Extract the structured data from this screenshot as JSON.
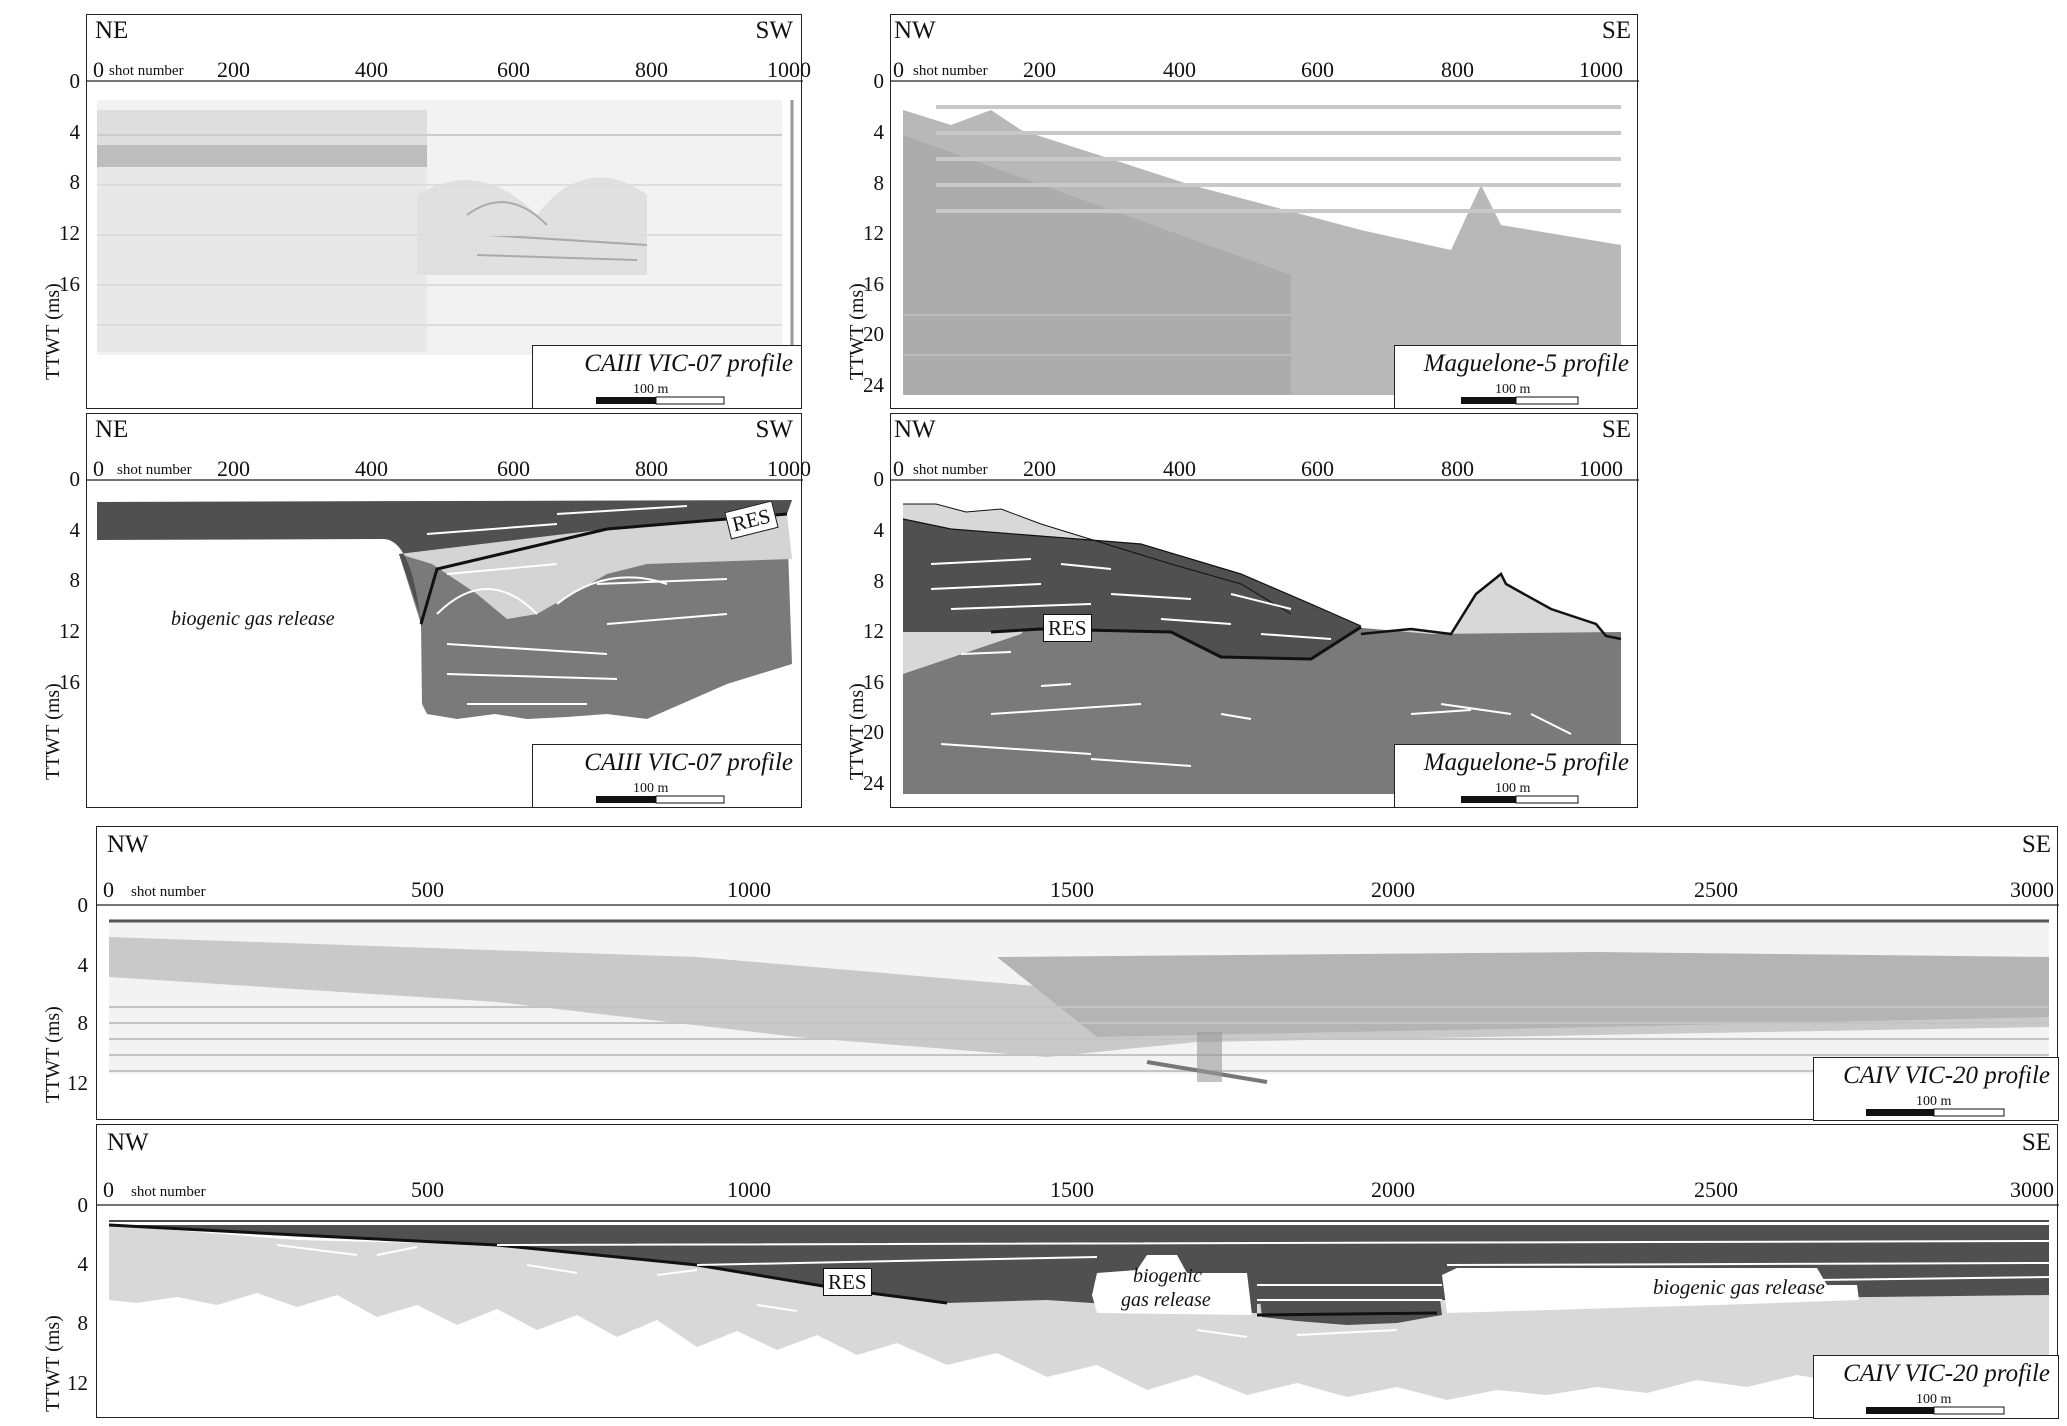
{
  "ylabel": "TTWT (ms)",
  "shot_number_label": "shot number",
  "scale_text": "100 m",
  "res_label": "RES",
  "panels": {
    "p1": {
      "left": "NE",
      "right": "SW",
      "title": "CAIII VIC-07 profile",
      "xticks": [
        "0",
        "200",
        "400",
        "600",
        "800",
        "1000"
      ],
      "yticks": [
        "0",
        "4",
        "8",
        "12",
        "16"
      ]
    },
    "p2": {
      "left": "NW",
      "right": "SE",
      "title": "Maguelone-5 profile",
      "xticks": [
        "0",
        "200",
        "400",
        "600",
        "800",
        "1000"
      ],
      "yticks": [
        "0",
        "4",
        "8",
        "12",
        "16",
        "20",
        "24"
      ]
    },
    "p3": {
      "left": "NE",
      "right": "SW",
      "title": "CAIII VIC-07 profile",
      "xticks": [
        "0",
        "200",
        "400",
        "600",
        "800",
        "1000"
      ],
      "yticks": [
        "0",
        "4",
        "8",
        "12",
        "16"
      ],
      "note": "biogenic gas release"
    },
    "p4": {
      "left": "NW",
      "right": "SE",
      "title": "Maguelone-5 profile",
      "xticks": [
        "0",
        "200",
        "400",
        "600",
        "800",
        "1000"
      ],
      "yticks": [
        "0",
        "4",
        "8",
        "12",
        "16",
        "20",
        "24"
      ]
    },
    "p5": {
      "left": "NW",
      "right": "SE",
      "title": "CAIV VIC-20 profile",
      "xticks": [
        "0",
        "500",
        "1000",
        "1500",
        "2000",
        "2500",
        "3000"
      ],
      "yticks": [
        "0",
        "4",
        "8",
        "12"
      ]
    },
    "p6": {
      "left": "NW",
      "right": "SE",
      "title": "CAIV VIC-20 profile",
      "xticks": [
        "0",
        "500",
        "1000",
        "1500",
        "2000",
        "2500",
        "3000"
      ],
      "yticks": [
        "0",
        "4",
        "8",
        "12"
      ],
      "note1_a": "biogenic",
      "note1_b": "gas release",
      "note2": "biogenic gas release"
    }
  },
  "colors": {
    "dark": "#505050",
    "mid": "#7a7a7a",
    "light": "#d8d8d8",
    "vlight": "#ececec"
  }
}
